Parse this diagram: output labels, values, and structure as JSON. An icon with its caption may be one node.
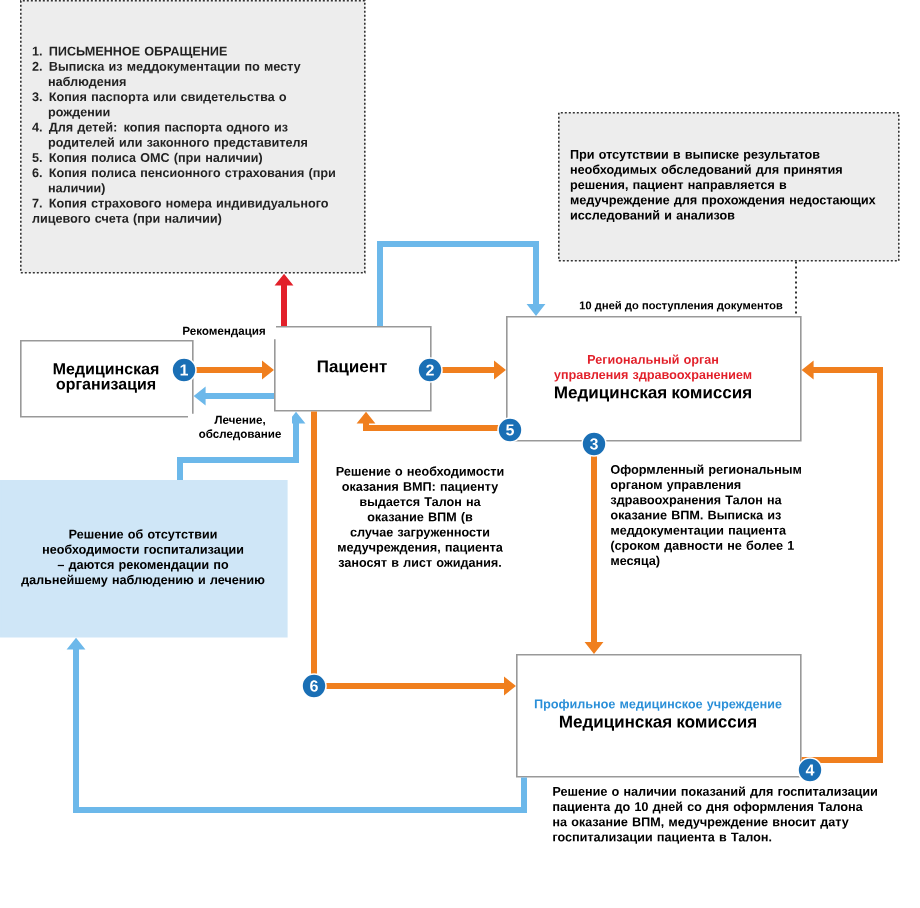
{
  "diagram": {
    "nodes": [
      {
        "text": [
          "1. ПИСЬМЕННОЕ ОБРАЩЕНИЕ",
          "2. Выписка из меддокументации по месту наблюдения",
          "3. Копия паспорта или свидетельства о рождении",
          "4. Для детей: копия паспорта одного из родителей или законного представителя",
          "5. Копия полиса ОМС (при наличии)",
          "6. Копия полиса пенсионного страхования (при наличии)",
          "7. Копия страхового номера индивидуального лицевого счета (при наличии)"
        ]
      },
      {
        "text": [
          "Медицинская организация"
        ]
      },
      {
        "text": [
          "Пациент"
        ]
      },
      {
        "text": [
          "Региональный орган управления здравоохранением",
          "Медицинская комиссия"
        ],
        "beside": [
          "10 дней до поступления документов"
        ]
      },
      {
        "text": [
          "Профильное медицинское учреждение",
          "Медицинская комиссия"
        ],
        "beside": [
          "Решение о наличии показаний для госпитализации пациента до 10 дней со дня оформления Талона на оказание ВПМ, медучреждение вносит дату госпитализации пациента в Талон."
        ]
      },
      {
        "text": [
          "Решение об отсутствии необходимости госпитализации – даются рекомендации по дальнейшему наблюдению и лечению"
        ]
      },
      {
        "text": [
          "При отсутствии в выписке результатов необходимых обследований для принятия решения, пациент направляется в медучреждение для прохождения недостающих исследований и анализов"
        ]
      }
    ],
    "edges": [
      {
        "from": 1,
        "to": 2,
        "arrow": "to",
        "label": "Рекомендация"
      },
      {
        "from": 2,
        "to": 1,
        "arrow": "to",
        "label": "Лечение, обследование",
        "color": "#6cb8ea"
      },
      {
        "from": 2,
        "to": 0,
        "arrow": "to",
        "color": "#e2202a"
      },
      {
        "from": 2,
        "to": 3,
        "arrow": "to"
      },
      {
        "from": 2,
        "to": 3,
        "arrow": "to",
        "color": "#6cb8ea"
      },
      {
        "from": 3,
        "to": 2,
        "arrow": "to"
      },
      {
        "from": 3,
        "to": 4,
        "arrow": "to"
      },
      {
        "from": 4,
        "to": 3,
        "arrow": "to"
      },
      {
        "from": 2,
        "to": 4,
        "arrow": "to"
      },
      {
        "from": 4,
        "to": 5,
        "arrow": "to",
        "color": "#6cb8ea"
      },
      {
        "from": 5,
        "to": 2,
        "arrow": "to",
        "color": "#6cb8ea"
      },
      {
        "from": 6,
        "to": 3,
        "arrow": "none",
        "style": "dashed",
        "color": "#333333"
      }
    ],
    "labels": [
      "1",
      "2",
      "5",
      "3",
      "Решение о необходимости оказания ВМП: пациенту выдается Талон на оказание ВПМ (в случае загруженности медучреждения, пациента заносят в лист ожидания.",
      "Оформленный региональным органом управления здравоохранения Талон на оказание ВПМ. Выписка из меддокументации пациента (сроком давности не более 1 месяца)",
      "6",
      "4"
    ]
  }
}
